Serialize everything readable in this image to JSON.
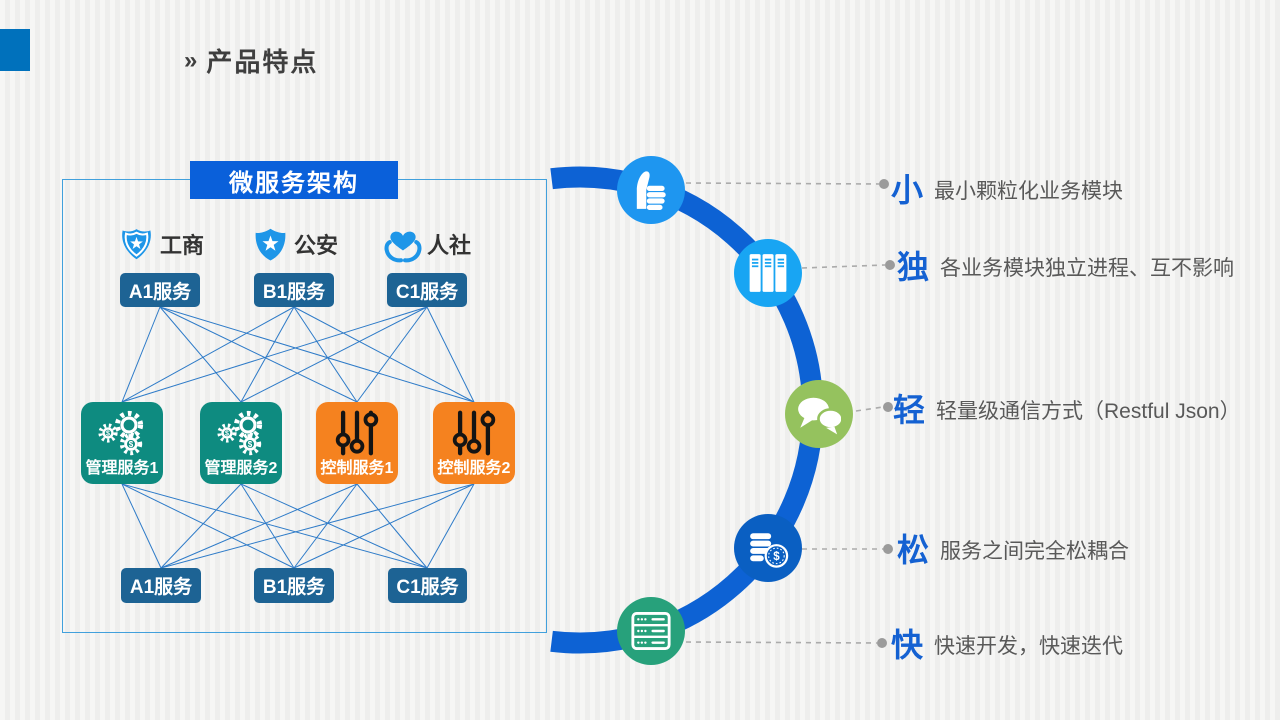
{
  "slide": {
    "accent_mark": "»",
    "title": "产品特点"
  },
  "diagram": {
    "title": "微服务架构",
    "departments": [
      {
        "label": "工商",
        "icon": "badge-star-icon"
      },
      {
        "label": "公安",
        "icon": "shield-star-icon"
      },
      {
        "label": "人社",
        "icon": "hands-heart-icon"
      }
    ],
    "top_services": [
      "A1服务",
      "B1服务",
      "C1服务"
    ],
    "middle_services": [
      {
        "label": "管理服务1",
        "kind": "manage",
        "icon": "gears-icon"
      },
      {
        "label": "管理服务2",
        "kind": "manage",
        "icon": "gears-icon"
      },
      {
        "label": "控制服务1",
        "kind": "control",
        "icon": "sliders-icon"
      },
      {
        "label": "控制服务2",
        "kind": "control",
        "icon": "sliders-icon"
      }
    ],
    "bottom_services": [
      "A1服务",
      "B1服务",
      "C1服务"
    ]
  },
  "features": [
    {
      "key": "小",
      "desc": "最小颗粒化业务模块",
      "icon": "thumbs-up-icon",
      "circle_color": "#1E96F0"
    },
    {
      "key": "独",
      "desc": "各业务模块独立进程、互不影响",
      "icon": "cabinets-icon",
      "circle_color": "#18A5F3"
    },
    {
      "key": "轻",
      "desc": "轻量级通信方式（Restful Json）",
      "icon": "chat-bubbles-icon",
      "circle_color": "#95C25E"
    },
    {
      "key": "松",
      "desc": "服务之间完全松耦合",
      "icon": "coins-icon",
      "circle_color": "#0A5FC2"
    },
    {
      "key": "快",
      "desc": "快速开发，快速迭代",
      "icon": "server-rack-icon",
      "circle_color": "#27A17B"
    }
  ],
  "icons": {
    "dollar_sign": "$"
  },
  "colors": {
    "accent_square": "#0071BC",
    "slide_title_text": "#3F3F3F",
    "frame_border": "#41A0DC",
    "frame_title_bg": "#0A60DA",
    "service_box": "#1D6394",
    "manage_box": "#0E8B80",
    "control_box": "#F5821F",
    "dept_icon_blue": "#1E96E8",
    "mesh_line": "#2E7BC8",
    "arc_blue": "#0D62D4",
    "connector_gray": "#ABABAB",
    "feature_key_text": "#1461D2",
    "feature_desc_text": "#595959"
  }
}
